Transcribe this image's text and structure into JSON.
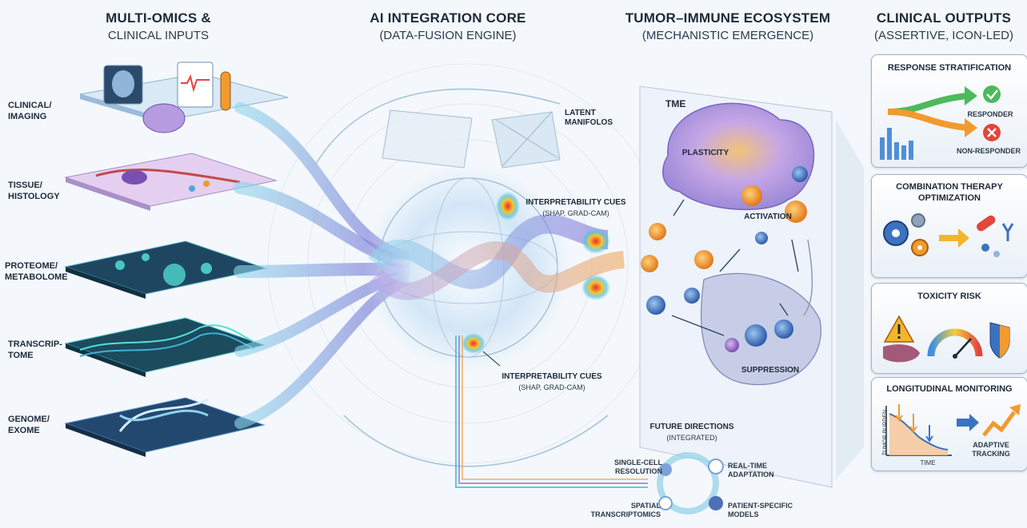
{
  "columns": {
    "inputs": {
      "title": "MULTI-OMICS &",
      "subtitle": "CLINICAL INPUTS"
    },
    "core": {
      "title": "AI INTEGRATION CORE",
      "subtitle": "(DATA-FUSION ENGINE)"
    },
    "tme": {
      "title": "TUMOR–IMMUNE ECOSYSTEM",
      "subtitle": "(MECHANISTIC EMERGENCE)"
    },
    "outputs": {
      "title": "CLINICAL OUTPUTS",
      "subtitle": "(ASSERTIVE, ICON-LED)"
    }
  },
  "layers": {
    "clinical": "CLINICAL/\nIMAGING",
    "tissue": "TISSUE/\nHISTOLOGY",
    "proteome": "PROTEOME/\nMETABOLOME",
    "transcriptome": "TRANSCRIP-\nTOME",
    "genome": "GENOME/\nEXOME"
  },
  "core": {
    "latent": "LATENT\nMANIFOLOS",
    "interp_top": "INTERPRETABILITY CUES",
    "interp_top_sub": "(SHAP, GRAD-CAM)",
    "interp_bottom": "INTERPRETABILITY CUES",
    "interp_bottom_sub": "(SHAP, GRAD-CAM)"
  },
  "tme": {
    "label": "TME",
    "plasticity": "PLASTICITY",
    "activation": "ACTIVATION",
    "suppression": "SUPPRESSION"
  },
  "future": {
    "title": "FUTURE DIRECTIONS",
    "subtitle": "(INTEGRATED)",
    "single_cell": "SINGLE-CELL\nRESOLUTION",
    "real_time": "REAL-TIME\nADAPTATION",
    "spatial": "SPATIAL\nTRANSCRIPTOMICS",
    "patient": "PATIENT-SPECIFIC\nMODELS"
  },
  "outputs": {
    "response": {
      "title": "RESPONSE STRATIFICATION",
      "responder": "RESPONDER",
      "non_responder": "NON-RESPONDER"
    },
    "combination": {
      "title": "COMBINATION THERAPY\nOPTIMIZATION"
    },
    "toxicity": {
      "title": "TOXICITY RISK"
    },
    "longitudinal": {
      "title": "LONGITUDINAL MONITORING",
      "y_axis": "TUMOR BURDEN",
      "x_axis": "TIME",
      "adaptive": "ADAPTIVE\nTRACKING"
    }
  },
  "colors": {
    "teal": "#27b6c8",
    "purple": "#8a6fd0",
    "orange": "#f29a2e",
    "green": "#4cba5a",
    "red": "#e2463c",
    "navy": "#1c2a3a"
  }
}
